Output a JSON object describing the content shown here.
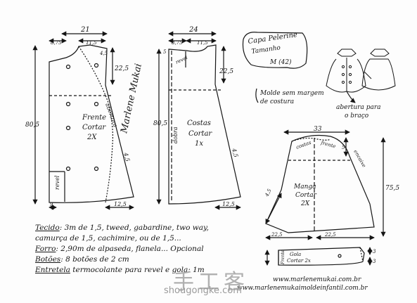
{
  "title_box": {
    "line1": "Capa Pelerine",
    "line2": "Tamanho",
    "line3": "M (42)"
  },
  "front_piece": {
    "width_top": "21",
    "dim_a": "8,75",
    "dim_b": "11,5",
    "dim_c": "4,5",
    "side_height": "80,5",
    "upper_height": "22,5",
    "name": "Frente",
    "cut": "Cortar",
    "qty": "2X",
    "edge_label": "abertura",
    "revel": "revel",
    "dim_hem_left": "9",
    "dim_hem": "12,5",
    "side_label": "4,5"
  },
  "back_piece": {
    "width_top": "24",
    "dim_a": "8,75",
    "dim_b": "11,5",
    "dim_c": "5",
    "side_height": "80,5",
    "upper_height": "22,5",
    "name": "Costas",
    "cut": "Cortar",
    "qty": "1x",
    "fold": "dobra",
    "revel": "revel",
    "side_label": "4,5",
    "dim_hem": "12,5"
  },
  "sleeve_piece": {
    "width_top": "33",
    "costas": "costas",
    "frente": "frente",
    "cap_dim": "5",
    "name": "Manga",
    "cut": "Cortar",
    "qty": "2X",
    "height": "75,5",
    "left_dim": "4,5",
    "right_label": "encaixe",
    "hem_left": "22,5",
    "hem_right": "22,5"
  },
  "collar_piece": {
    "name": "Gola",
    "cut": "Cortar 2x",
    "side": "Frente",
    "dim_right_top": "3",
    "dim_right_bottom": "3"
  },
  "notes": {
    "molde": "Molde sem margem",
    "costura": "de costura",
    "abertura": "abertura para",
    "braco": "o braço"
  },
  "materials": [
    {
      "key": "Tecido",
      "text": ": 3m   de 1,5, tweed, gabardine, two way,"
    },
    {
      "key": "",
      "text": "camurça de 1,5, cachimire, ou de 1,5..."
    },
    {
      "key": "Forro",
      "text": ": 2,90m  de alpaseda, flanela... Opcional"
    },
    {
      "key": "Botões",
      "text": ": 8 botões de 2 cm"
    },
    {
      "key": "Entretela",
      "text": " termocolante para revel e gola: 1m"
    }
  ],
  "sites": {
    "site1": "www.marlenemukai.com.br",
    "site2": "www.marlenemukaimoldeinfantil.com.br"
  },
  "signature": "Marlene Mukai",
  "watermark": {
    "logo": "手工客",
    "domain": "shougongke.com"
  },
  "colors": {
    "ink": "#151515",
    "paper": "#fdfdfd",
    "watermark": "#9a9a9a"
  }
}
